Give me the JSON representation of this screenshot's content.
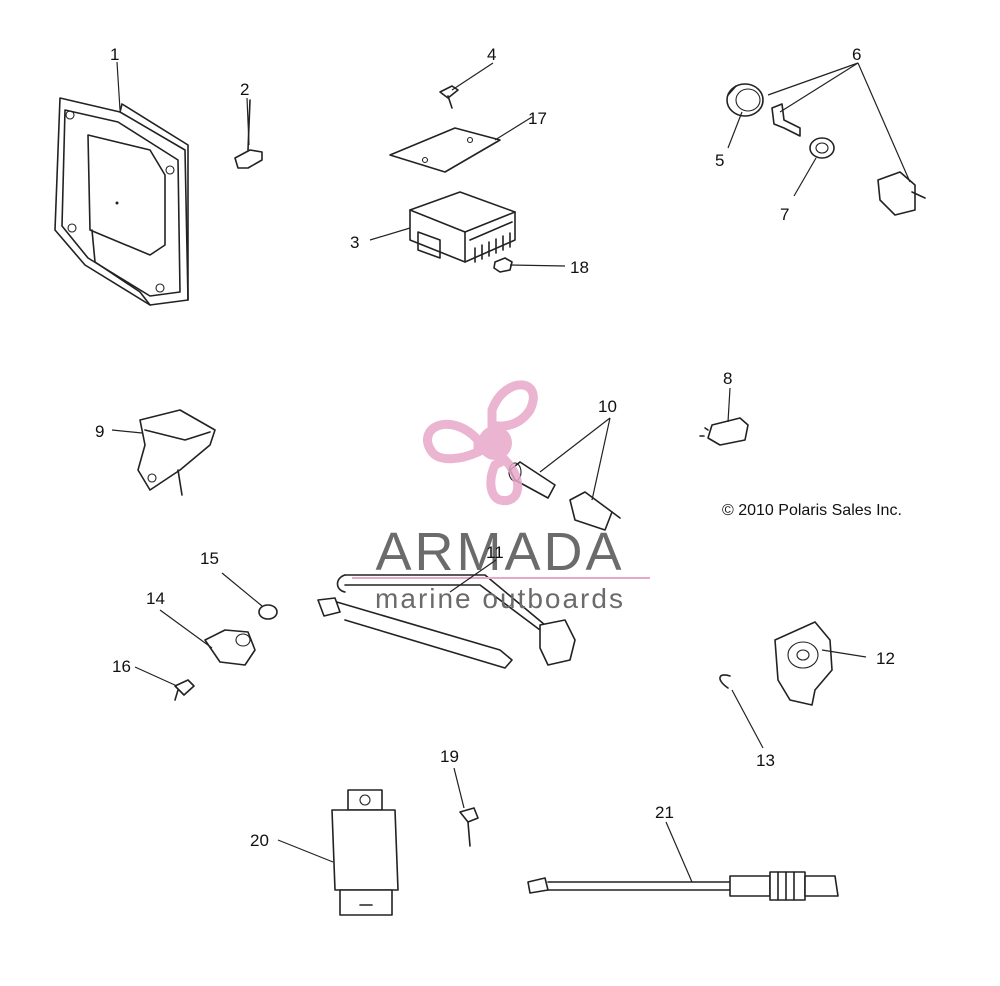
{
  "copyright": "© 2010 Polaris Sales Inc.",
  "watermark": {
    "brand": "ARMADA",
    "tagline": "marine outboards",
    "logo_color": "#e8a7c8",
    "text_color": "#6b6b6b"
  },
  "callouts": [
    "1",
    "2",
    "3",
    "4",
    "5",
    "6",
    "7",
    "8",
    "9",
    "10",
    "11",
    "12",
    "13",
    "14",
    "15",
    "16",
    "17",
    "18",
    "19",
    "20",
    "21"
  ]
}
